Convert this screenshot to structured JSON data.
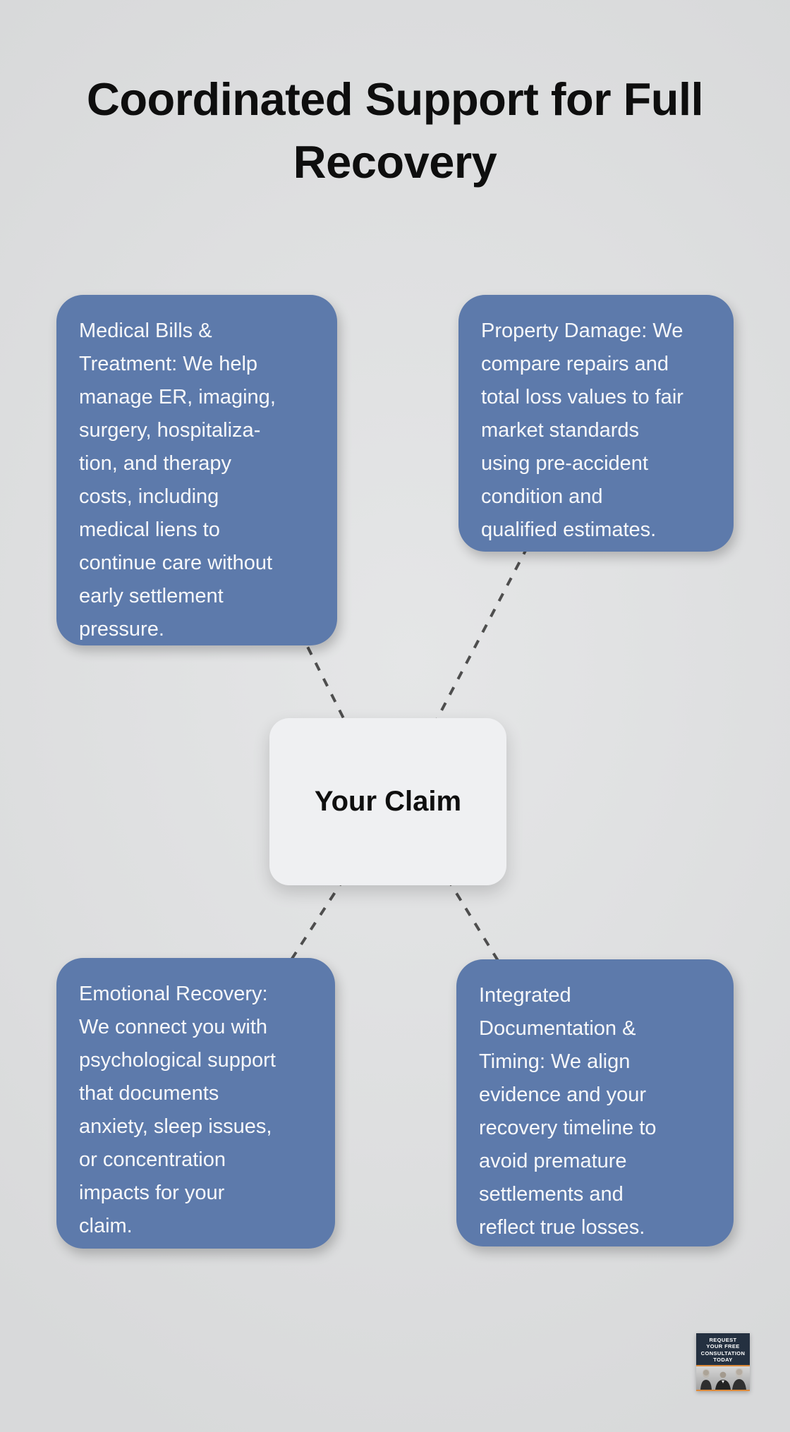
{
  "title": {
    "text": "Coordinated Support for Full\nRecovery"
  },
  "center_node": {
    "label": "Your Claim"
  },
  "nodes": [
    {
      "id": "medical-bills-treatment",
      "text": "Medical Bills &\nTreatment: We help\nmanage ER, imaging,\nsurgery, hospitaliza-\ntion, and therapy\ncosts, including\nmedical liens to\ncontinue care without\nearly settlement\npressure."
    },
    {
      "id": "property-damage",
      "text": "Property Damage: We\ncompare repairs and\ntotal loss values to fair\nmarket standards\nusing pre-accident\ncondition and\nqualified estimates."
    },
    {
      "id": "emotional-recovery",
      "text": "Emotional Recovery:\nWe connect you with\npsychological support\nthat documents\nanxiety, sleep issues,\nor concentration\nimpacts for your\nclaim."
    },
    {
      "id": "integrated-documentation-timing",
      "text": "Integrated\nDocumentation &\nTiming: We align\nevidence and your\nrecovery timeline to\navoid premature\nsettlements and\nreflect true losses."
    }
  ],
  "badge": {
    "text": "REQUEST\nYOUR FREE\nCONSULTATION\nTODAY"
  },
  "colors": {
    "background": "#dfe0e1",
    "node_fill": "#5d7aab",
    "node_text": "#f7f8fa",
    "center_fill": "#eff0f2",
    "center_text": "#0f0f0f",
    "connector": "#4e4e4e",
    "badge_bg": "#243040",
    "badge_accent": "#dd8a3a",
    "badge_text": "#ffffff"
  }
}
